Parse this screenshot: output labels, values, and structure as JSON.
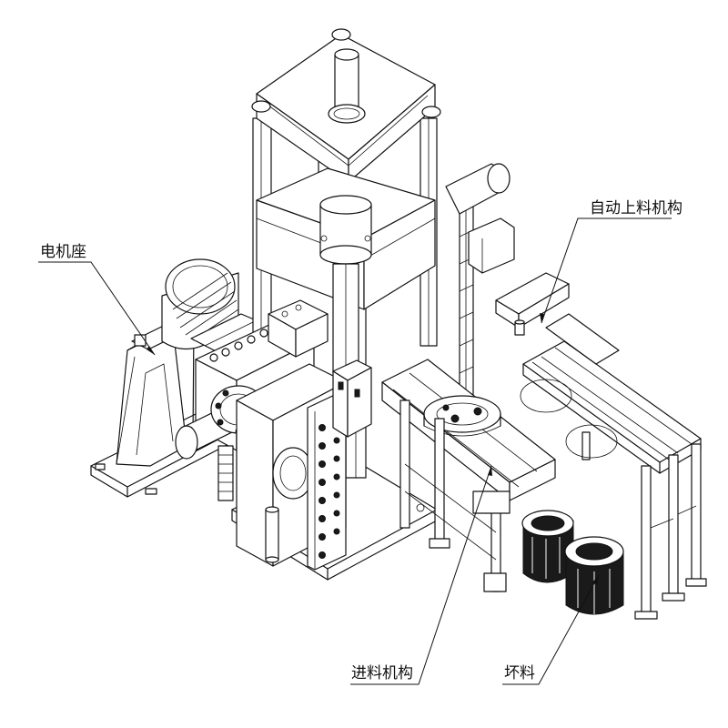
{
  "callouts": {
    "motor_base": "电机座",
    "auto_loader": "自动上料机构",
    "feed_mechanism": "进料机构",
    "blank_material": "坏料"
  }
}
